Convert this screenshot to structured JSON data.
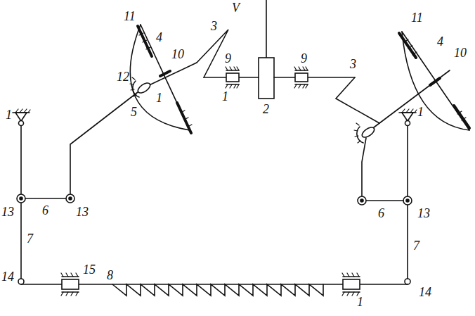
{
  "diagram": {
    "labels": [
      "V",
      "11",
      "4",
      "10",
      "3",
      "12",
      "5",
      "1",
      "9",
      "1",
      "2",
      "9",
      "3",
      "11",
      "4",
      "10",
      "1",
      "1",
      "13",
      "6",
      "13",
      "7",
      "6",
      "13",
      "7",
      "14",
      "15",
      "8",
      "1",
      "14"
    ]
  }
}
